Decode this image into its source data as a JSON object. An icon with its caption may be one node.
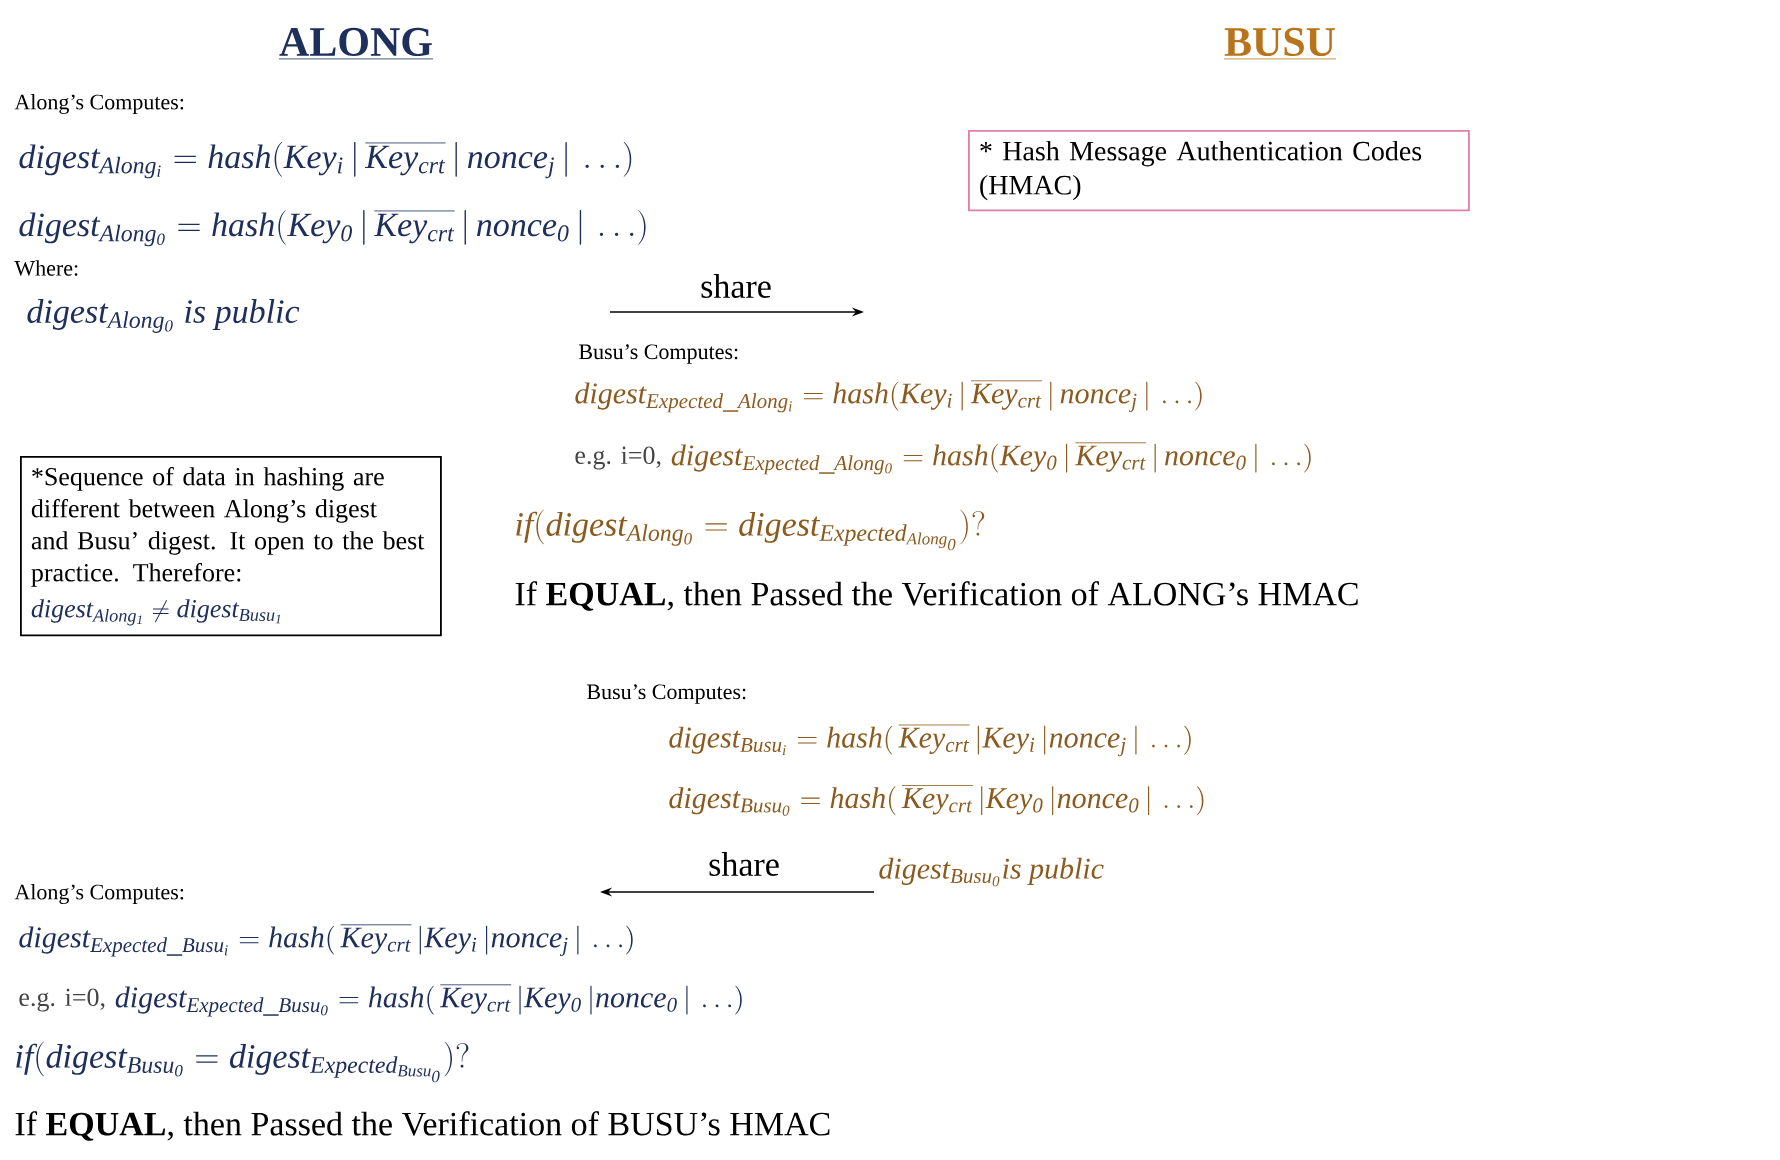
{
  "diagram": {
    "nodes": [
      {
        "text": [
          "* Hash Message Authentication Codes (HMAC)"
        ]
      },
      {
        "text": [
          "*Sequence of data in hashing are different between Along’s digest and Busu’ digest. It open to the best practice. Therefore:",
          "\\mathit{digest_{Along_1}} \\neq \\mathit{digest_{Busu_1}}"
        ]
      }
    ],
    "labels": [
      "ALONG",
      "BUSU",
      "Along’s Computes:",
      "\\mathit{digest_{Along_i} = hash(Key_i \\,|\\, \\overline{Key_{crt}} \\,|\\, nonce_j \\,|\\, \\ldots)}",
      "\\mathit{digest_{Along_0} = hash(Key_0 \\,|\\, \\overline{Key_{crt}} \\,|\\, nonce_0 \\,|\\, \\ldots)}",
      "Where:",
      "\\mathit{digest_{Along_0}\\ is\\ public}",
      "share",
      "Busu’s Computes:",
      "\\mathit{digest_{Expected\\_Along_i} = hash(Key_i \\,|\\, \\overline{Key_{crt}} \\,|\\, nonce_j \\,|\\, \\ldots)}",
      "e.g. i=0,",
      "\\mathit{digest_{Expected\\_Along_0} = hash(Key_0 \\,|\\, \\overline{Key_{crt}} \\,|\\, nonce_0 \\,|\\, \\ldots)}",
      "\\mathit{if(digest_{Along_0} = digest_{Expected_{Along_0}})?}",
      "If **EQUAL**, then Passed the Verification of ALONG’s HMAC",
      "Busu’s Computes:",
      "\\mathit{digest_{Busu_i} = hash(\\,\\overline{Key_{crt}} \\,|Key_i \\,|nonce_j \\,|\\, \\ldots)}",
      "\\mathit{digest_{Busu_0} = hash(\\,\\overline{Key_{crt}} \\,|Key_0 \\,|nonce_0 \\,|\\, \\ldots)}",
      "share",
      "\\mathit{digest_{Busu_0} is\\ public}",
      "Along’s Computes:",
      "\\mathit{digest_{Expected\\_Busu_i} = hash(\\,\\overline{Key_{crt}} \\,|Key_i \\,|nonce_j \\,|\\, \\ldots)}",
      "e.g. i=0,",
      "\\mathit{digest_{Expected\\_Busu_0} = hash(\\,\\overline{Key_{crt}} \\,|Key_0 \\,|nonce_0 \\,|\\, \\ldots)}",
      "\\mathit{if(digest_{Busu_0} = digest_{Expected_{Busu_0}})?}",
      "If **EQUAL**, then Passed the Verification of  BUSU’s HMAC"
    ]
  }
}
